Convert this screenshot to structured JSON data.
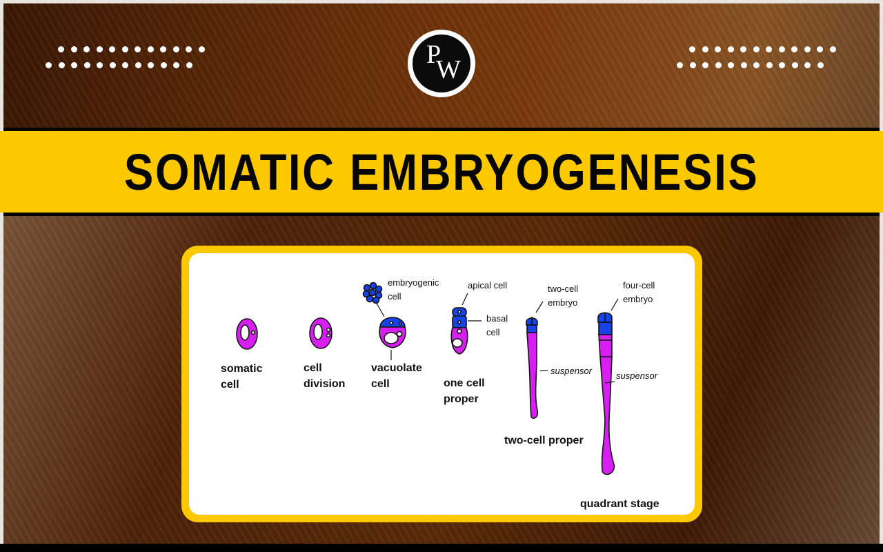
{
  "header": {
    "logo": {
      "letters": [
        "P",
        "W"
      ],
      "icon": "pw-logo-icon"
    },
    "decor_dot_rows": [
      {
        "side": "left",
        "count": 12
      },
      {
        "side": "left",
        "count": 12
      },
      {
        "side": "right",
        "count": 12
      },
      {
        "side": "right",
        "count": 12
      }
    ]
  },
  "banner": {
    "title": "SOMATIC EMBRYOGENESIS",
    "color": "#fcc900"
  },
  "diagram": {
    "colors": {
      "cell_magenta": "#d81ff2",
      "cell_blue": "#1643e8",
      "outline": "#111111"
    },
    "stages": [
      {
        "id": "somatic-cell",
        "label_lines": [
          "somatic",
          "cell"
        ]
      },
      {
        "id": "cell-division",
        "label_lines": [
          "cell",
          "division"
        ]
      },
      {
        "id": "vacuolate-cell",
        "label_lines": [
          "vacuolate",
          "cell"
        ],
        "callouts": [
          {
            "lines": [
              "embryogenic",
              "cell"
            ]
          }
        ]
      },
      {
        "id": "one-cell-proper",
        "label_lines": [
          "one cell",
          "proper"
        ],
        "callouts": [
          {
            "lines": [
              "apical cell"
            ]
          },
          {
            "lines": [
              "basal",
              "cell"
            ]
          }
        ]
      },
      {
        "id": "two-cell-proper",
        "label_lines": [
          "two-cell proper"
        ],
        "callouts": [
          {
            "lines": [
              "two-cell",
              "embryo"
            ]
          },
          {
            "lines": [
              "suspensor"
            ]
          }
        ]
      },
      {
        "id": "quadrant-stage",
        "label_lines": [
          "quadrant stage"
        ],
        "callouts": [
          {
            "lines": [
              "four-cell",
              "embryo"
            ]
          },
          {
            "lines": [
              "suspensor"
            ]
          }
        ]
      }
    ]
  }
}
